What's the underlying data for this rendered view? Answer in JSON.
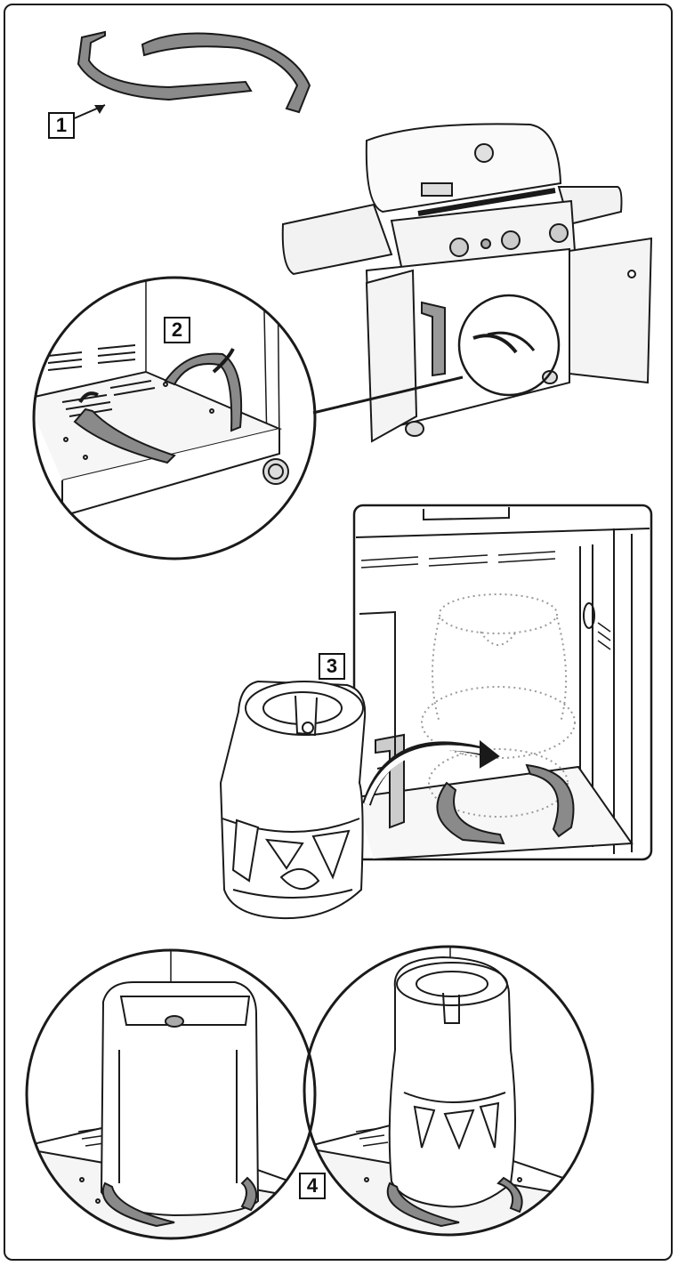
{
  "steps": {
    "s1": "1",
    "s2": "2",
    "s3": "3",
    "s4": "4"
  },
  "colors": {
    "stroke": "#1a1a1a",
    "strap_fill": "#8a8a8a",
    "strap_dark": "#5a5a5a",
    "panel_gray": "#e8e8e8",
    "dotted": "#9a9a9a"
  },
  "icons": {
    "strap": "tank-strap-icon",
    "grill": "grill-icon",
    "tank": "propane-tank-icon"
  }
}
